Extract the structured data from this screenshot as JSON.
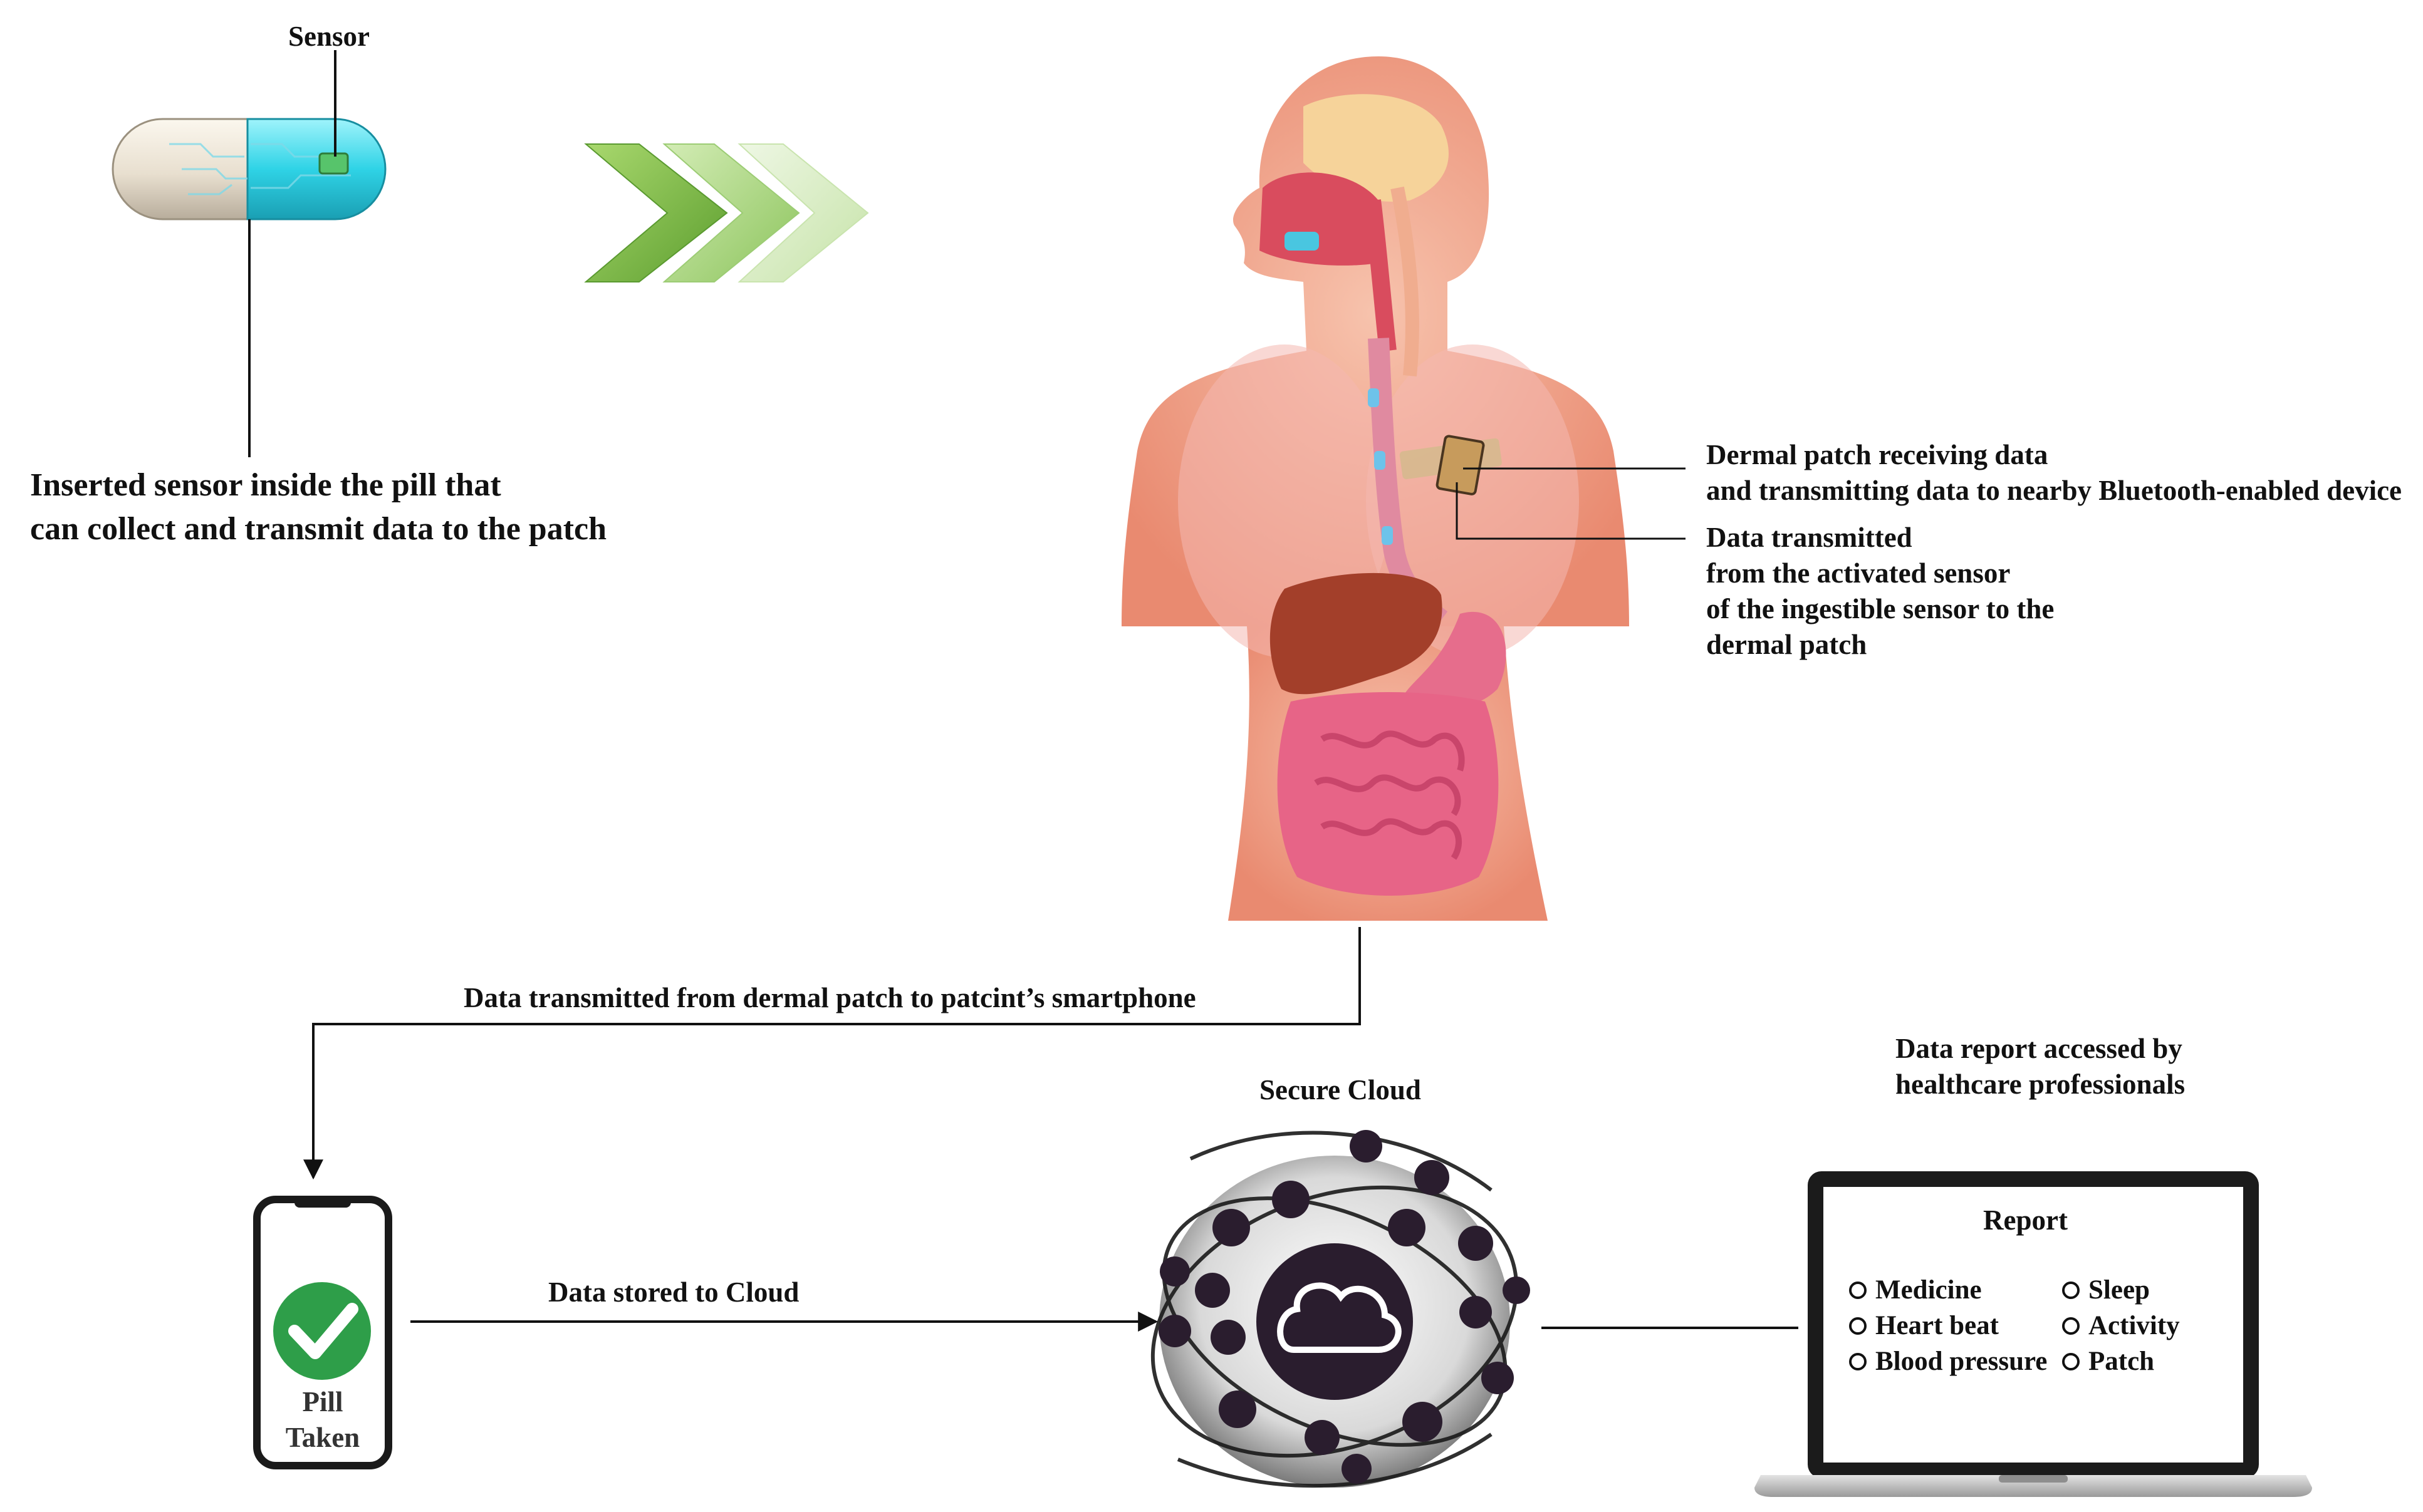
{
  "pill": {
    "sensor_label": "Sensor",
    "caption_lines": [
      "Inserted sensor inside the pill that",
      "can collect and transmit data to the patch"
    ]
  },
  "body": {
    "patch_callout_lines": [
      "Dermal patch receiving data",
      "and transmitting data to nearby Bluetooth-enabled device"
    ],
    "sensor_callout_lines": [
      "Data transmitted",
      "from the activated sensor",
      "of the ingestible sensor to the",
      "dermal patch"
    ]
  },
  "flow": {
    "to_phone_label": "Data transmitted from dermal patch to patcint’s smartphone",
    "to_cloud_label": "Data stored to Cloud"
  },
  "phone": {
    "status_lines": [
      "Pill",
      "Taken"
    ],
    "check_color": "#2e9e49"
  },
  "cloud": {
    "title": "Secure Cloud",
    "icons": [
      "smartphone-icon",
      "people-icon",
      "server-icon",
      "database-icon",
      "bar-chart-icon",
      "mail-icon",
      "tablet-icon",
      "monitor-icon",
      "chat-icon",
      "router-icon",
      "phone-icon",
      "cloud-icon",
      "calendar-icon",
      "desktop-icon",
      "user-icon",
      "thumbs-up-icon"
    ]
  },
  "report": {
    "caption_lines": [
      "Data report accessed by",
      "healthcare professionals"
    ],
    "title": "Report",
    "left_items": [
      "Medicine",
      "Heart beat",
      "Blood pressure"
    ],
    "right_items": [
      "Sleep",
      "Activity",
      "Patch"
    ]
  },
  "colors": {
    "pill_cyan": "#2fd3e6",
    "chevron_green": "#6fb13a",
    "skin": "#f3a48a",
    "cloud_dark": "#2a1d2e"
  }
}
